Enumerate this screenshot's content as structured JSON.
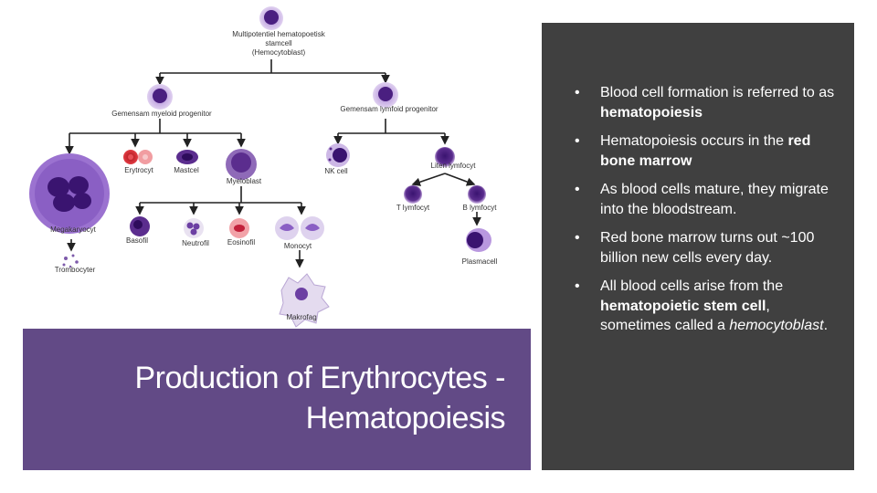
{
  "diagram": {
    "labels": {
      "stem": [
        "Multipotentiel hematopoetisk",
        "stamcell",
        "(Hemocytoblast)"
      ],
      "myeloid": "Gemensam myeloid progenitor",
      "lymphoid": "Gemensam lymfoid progenitor",
      "erythrocyte": "Erytrocyt",
      "mast": "Mastcel",
      "megakaryocyte": "Megakaryocyt",
      "myeloblast": "Myeloblast",
      "nk": "NK cell",
      "small_lymph": "Liten lymfocyt",
      "t_lymph": "T lymfocyt",
      "b_lymph": "B lymfocyt",
      "thrombocyte": "Trombocyter",
      "basophil": "Basofil",
      "neutrophil": "Neutrofil",
      "eosinophil": "Eosinofil",
      "monocyte": "Monocyt",
      "plasma": "Plasmacell",
      "macrophage": "Makrofag"
    },
    "colors": {
      "purple": "#5b2d8e",
      "red": "#d8232a",
      "line": "#222222"
    }
  },
  "title": {
    "line1": "Production of Erythrocytes -",
    "line2": "Hematopoiesis"
  },
  "bullets": [
    {
      "pre": "Blood cell formation is referred to as ",
      "bold": "hematopoiesis",
      "post": "",
      "italic": "",
      "end": ""
    },
    {
      "pre": " Hematopoiesis occurs in the ",
      "bold": "red bone marrow",
      "post": "",
      "italic": "",
      "end": ""
    },
    {
      "pre": "As blood cells mature, they migrate into the bloodstream.",
      "bold": "",
      "post": "",
      "italic": "",
      "end": ""
    },
    {
      "pre": "Red bone marrow turns out ~100 billion new cells every day.",
      "bold": "",
      "post": "",
      "italic": "",
      "end": ""
    },
    {
      "pre": "All blood cells arise from the ",
      "bold": "hematopoietic stem cell",
      "post": ", sometimes called a ",
      "italic": "hemocytoblast",
      "end": "."
    }
  ]
}
